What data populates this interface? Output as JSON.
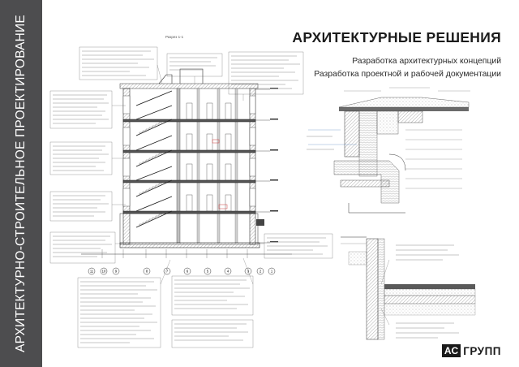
{
  "sidebar": {
    "vertical_title": "АРХИТЕКТУРНО-СТРОИТЕЛЬНОЕ ПРОЕКТИРОВАНИЕ"
  },
  "header": {
    "title": "АРХИТЕКТУРНЫЕ РЕШЕНИЯ",
    "subtitle_1": "Разработка архитектурных концепций",
    "subtitle_2": "Разработка проектной и рабочей документации"
  },
  "drawing": {
    "section_label": "Разрез 1-1",
    "axis_labels": [
      "11",
      "10",
      "9",
      "8",
      "7",
      "6",
      "5",
      "4",
      "3",
      "2",
      "1"
    ]
  },
  "logo": {
    "mark": "AC",
    "text": "ГРУПП"
  },
  "colors": {
    "sidebar": "#4d4d4f",
    "ink": "#1c1c1c",
    "hatch": "#666666",
    "accent_red": "#d04040",
    "callout_blue": "#3b6fb6"
  }
}
